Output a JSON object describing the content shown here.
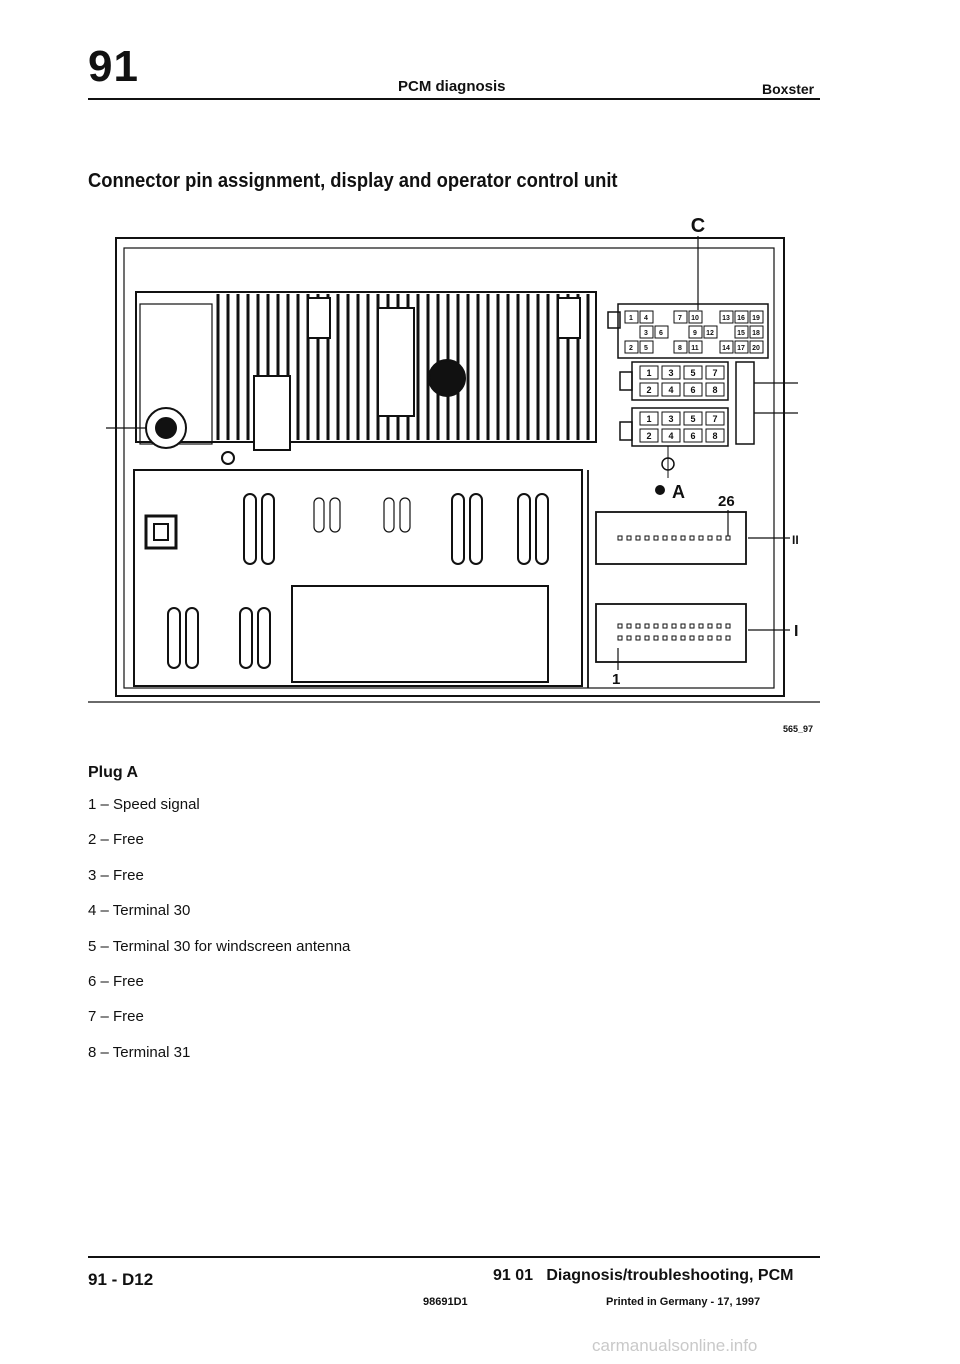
{
  "header": {
    "chapter": "91",
    "title": "PCM diagnosis",
    "model": "Boxster"
  },
  "section_title": "Connector pin assignment, display and operator control unit",
  "figure": {
    "code": "565_97",
    "labels": {
      "c": "C",
      "a": "A",
      "pin_26": "26",
      "pin_1": "1",
      "ii": "II",
      "i": "I"
    },
    "connector_c_pins": [
      [
        "1",
        "4",
        "",
        "7",
        "10",
        "",
        "13",
        "16",
        "19"
      ],
      [
        "",
        "3",
        "6",
        "",
        "9",
        "12",
        "",
        "15",
        "18"
      ],
      [
        "2",
        "5",
        "",
        "8",
        "11",
        "",
        "14",
        "17",
        "20"
      ]
    ],
    "eight_pin_upper": [
      "1",
      "3",
      "5",
      "7"
    ],
    "eight_pin_lower": [
      "2",
      "4",
      "6",
      "8"
    ]
  },
  "plug": {
    "title": "Plug A",
    "pins": [
      "1 – Speed signal",
      "2 – Free",
      "3 – Free",
      "4 – Terminal 30",
      "5 – Terminal 30 for windscreen antenna",
      "6 – Free",
      "7 – Free",
      "8 – Terminal 31"
    ]
  },
  "footer": {
    "page": "91 - D12",
    "section": "91 01   Diagnosis/troubleshooting, PCM",
    "print_no": "98691D1",
    "printed": "Printed in Germany - 17, 1997"
  },
  "watermark": "carmanualsonline.info"
}
